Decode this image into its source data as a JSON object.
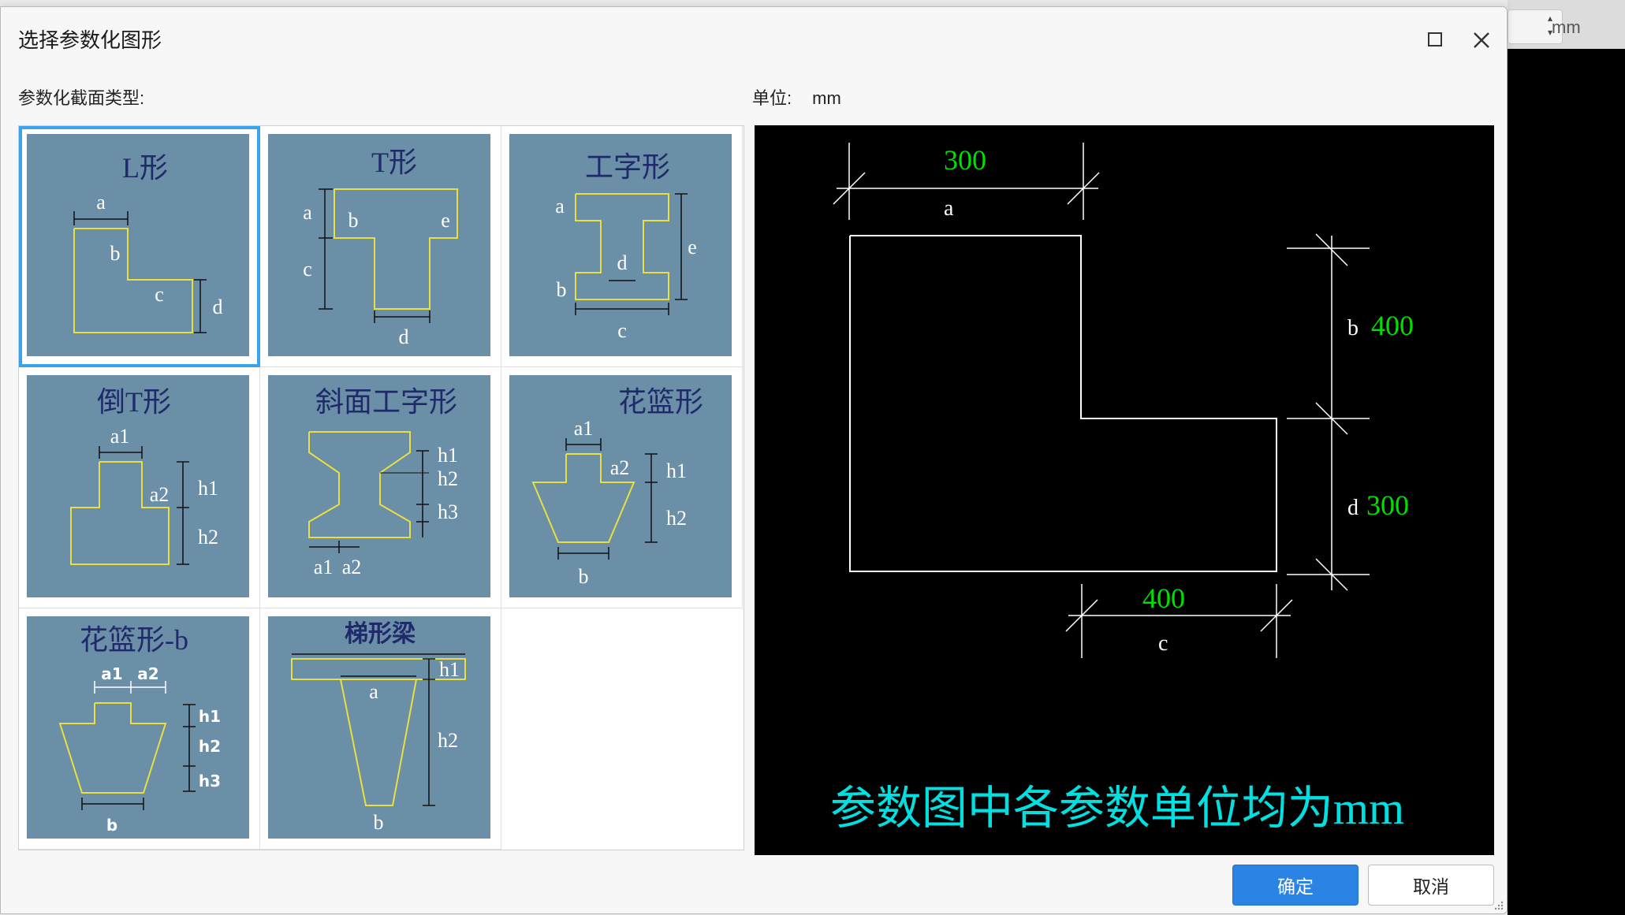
{
  "dialog": {
    "title": "选择参数化图形",
    "section_label": "参数化截面类型:",
    "unit_label": "单位:",
    "unit_value": "mm"
  },
  "background": {
    "unit": "mm"
  },
  "shapes": [
    {
      "id": "L",
      "title": "L形",
      "labels": [
        "a",
        "b",
        "c",
        "d"
      ],
      "selected": true
    },
    {
      "id": "T",
      "title": "T形",
      "labels": [
        "a",
        "b",
        "e",
        "c",
        "d"
      ]
    },
    {
      "id": "I",
      "title": "工字形",
      "labels": [
        "a",
        "e",
        "d",
        "b",
        "c"
      ]
    },
    {
      "id": "invT",
      "title": "倒T形",
      "labels": [
        "a1",
        "a2",
        "h1",
        "h2"
      ]
    },
    {
      "id": "slopeI",
      "title": "斜面工字形",
      "labels": [
        "h1",
        "h2",
        "h3",
        "a1",
        "a2"
      ]
    },
    {
      "id": "basket",
      "title": "花篮形",
      "labels": [
        "a1",
        "a2",
        "h1",
        "h2",
        "b"
      ]
    },
    {
      "id": "basketB",
      "title": "花篮形-b",
      "labels": [
        "a1",
        "a2",
        "h1",
        "h2",
        "h3",
        "b"
      ]
    },
    {
      "id": "trap",
      "title": "梯形梁",
      "labels": [
        "h1",
        "a",
        "h2",
        "b"
      ]
    }
  ],
  "preview": {
    "dimensions": [
      {
        "name": "a",
        "value": "300"
      },
      {
        "name": "b",
        "value": "400"
      },
      {
        "name": "d",
        "value": "300"
      },
      {
        "name": "c",
        "value": "400"
      }
    ],
    "note": "参数图中各参数单位均为mm",
    "colors": {
      "value": "#00e000",
      "line": "#ffffff",
      "note": "#00e0e0"
    }
  },
  "buttons": {
    "ok": "确定",
    "cancel": "取消"
  },
  "colors": {
    "accent": "#2b83e3",
    "thumb_bg": "#6b8fa7",
    "selection": "#3aa3ee",
    "outline": "#e8e040"
  }
}
